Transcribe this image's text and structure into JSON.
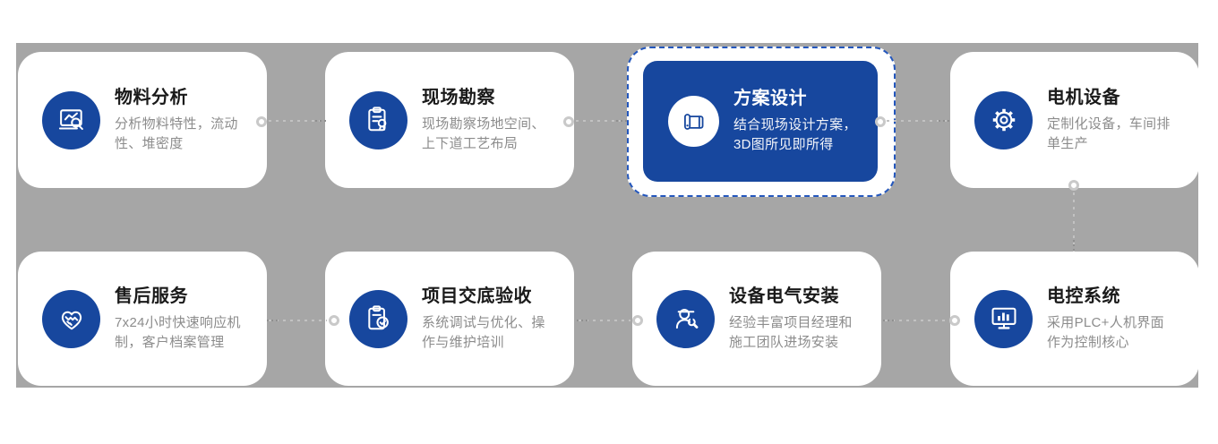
{
  "theme": {
    "page_bg": "#ffffff",
    "band_color": "#a6a6a6",
    "brand_blue": "#17479e",
    "highlight_border": "#2457bd",
    "card_bg": "#ffffff",
    "title_color": "#1a1a1a",
    "desc_color": "#8c8c8c",
    "ring_color": "#c9c9c9",
    "connector_light": "#c2c2c2",
    "connector_dark": "#8f8f8f"
  },
  "cards": [
    {
      "title": "物料分析",
      "desc": "分析物料特性，流动\n性、堆密度",
      "icon": "chart-magnifier-icon",
      "highlighted": false
    },
    {
      "title": "现场勘察",
      "desc": "现场勘察场地空间、\n上下道工艺布局",
      "icon": "clipboard-ribbon-icon",
      "highlighted": false
    },
    {
      "title": "方案设计",
      "desc": "结合现场设计方案，\n3D图所见即所得",
      "icon": "blueprint-icon",
      "highlighted": true
    },
    {
      "title": "电机设备",
      "desc": "定制化设备，车间排\n单生产",
      "icon": "gear-icon",
      "highlighted": false
    },
    {
      "title": "售后服务",
      "desc": "7x24小时快速响应机\n制，客户档案管理",
      "icon": "heart-handshake-icon",
      "highlighted": false
    },
    {
      "title": "项目交底验收",
      "desc": "系统调试与优化、操\n作与维护培训",
      "icon": "clipboard-check-icon",
      "highlighted": false
    },
    {
      "title": "设备电气安装",
      "desc": "经验丰富项目经理和\n施工团队进场安装",
      "icon": "worker-wrench-icon",
      "highlighted": false
    },
    {
      "title": "电控系统",
      "desc": "采用PLC+人机界面\n作为控制核心",
      "icon": "monitor-chart-icon",
      "highlighted": false
    }
  ]
}
